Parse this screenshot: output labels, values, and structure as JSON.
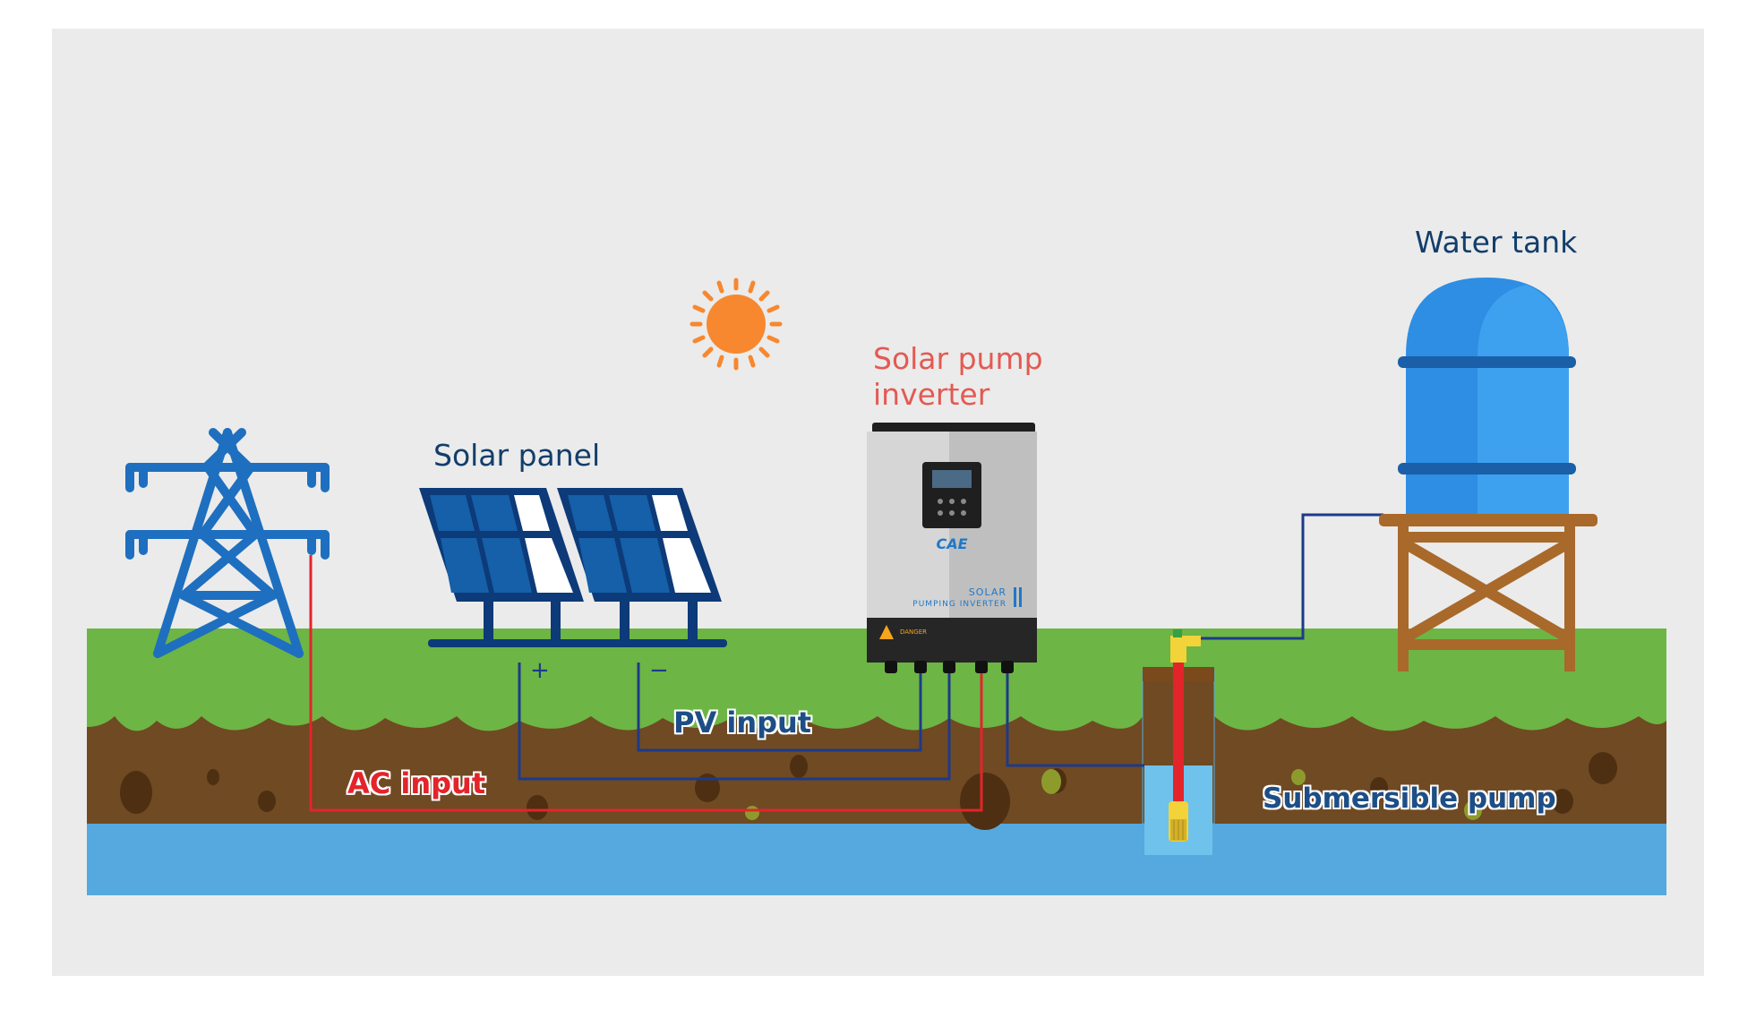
{
  "labels": {
    "water_tank": "Water tank",
    "solar_pump_inverter_line1": "Solar pump",
    "solar_pump_inverter_line2": "inverter",
    "solar_panel": "Solar panel",
    "pv_input": "PV input",
    "ac_input": "AC input",
    "submersible_pump": "Submersible pump",
    "plus": "+",
    "minus": "−"
  },
  "inverter": {
    "brand_line1": "SOLAR",
    "brand_line2": "PUMPING INVERTER",
    "logo": "CAE",
    "warning": "DANGER"
  },
  "colors": {
    "background": "#ebebeb",
    "grass": "#6db545",
    "soil": "#6f4a23",
    "water": "#55a9de",
    "ac_wire": "#e3242b",
    "pv_wire": "#1d3a8a",
    "tower": "#1e6fbf",
    "sun": "#f7882f",
    "tank": "#2d8ee3",
    "tank_stand": "#a8692a"
  },
  "icons": [
    "power-tower-icon",
    "sun-icon",
    "solar-panel-icon",
    "inverter-icon",
    "water-tank-icon",
    "submersible-pump-icon"
  ]
}
